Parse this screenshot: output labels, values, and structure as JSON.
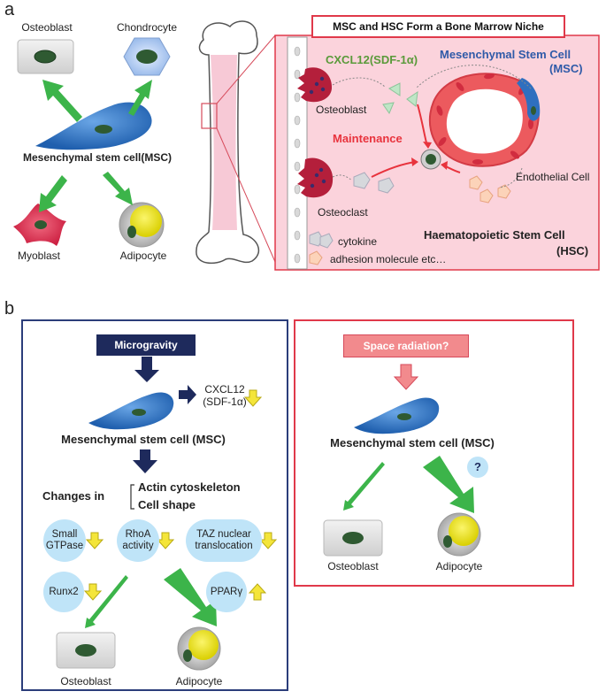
{
  "panel_a": {
    "letter": "a",
    "niche_title": "MSC and HSC Form a Bone Marrow Niche",
    "cells": {
      "osteoblast": "Osteoblast",
      "chondrocyte": "Chondrocyte",
      "msc": "Mesenchymal stem cell(MSC)",
      "myoblast": "Myoblast",
      "adipocyte": "Adipocyte"
    },
    "niche": {
      "cxcl12": "CXCL12(SDF-1α)",
      "msc_line1": "Mesenchymal Stem Cell",
      "msc_line2": "(MSC)",
      "osteoblast": "Osteoblast",
      "maintenance": "Maintenance",
      "endothelial": "Endothelial Cell",
      "osteoclast": "Osteoclast",
      "hsc_line1": "Haematopoietic Stem Cell",
      "hsc_line2": "(HSC)",
      "legend_cytokine": "cytokine",
      "legend_adhesion": "adhesion molecule etc…"
    }
  },
  "panel_b": {
    "letter": "b",
    "left": {
      "microgravity": "Microgravity",
      "cxcl12_line1": "CXCL12",
      "cxcl12_line2": "(SDF-1α)",
      "msc": "Mesenchymal stem cell (MSC)",
      "changes_in": "Changes in",
      "actin": "Actin cytoskeleton",
      "cell_shape": "Cell shape",
      "small_gtpase_1": "Small",
      "small_gtpase_2": "GTPase",
      "rhoa_1": "RhoA",
      "rhoa_2": "activity",
      "taz_1": "TAZ nuclear",
      "taz_2": "translocation",
      "runx2": "Runx2",
      "ppar": "PPARγ",
      "osteoblast": "Osteoblast",
      "adipocyte": "Adipocyte"
    },
    "right": {
      "space_radiation": "Space radiation?",
      "msc": "Mesenchymal stem cell (MSC)",
      "question": "?",
      "osteoblast": "Osteoblast",
      "adipocyte": "Adipocyte"
    }
  },
  "colors": {
    "green_arrow": "#3cb44a",
    "navy": "#1e2a5c",
    "red_border": "#e0394a",
    "pink_bg": "#fbd3dc",
    "msc_blue": "#2f6fbf",
    "circle_blue": "#bfe4f8",
    "yellow_arrow": "#f4e53a",
    "maintenance_red": "#e8333d",
    "cxcl12_green": "#5a9a3a"
  }
}
